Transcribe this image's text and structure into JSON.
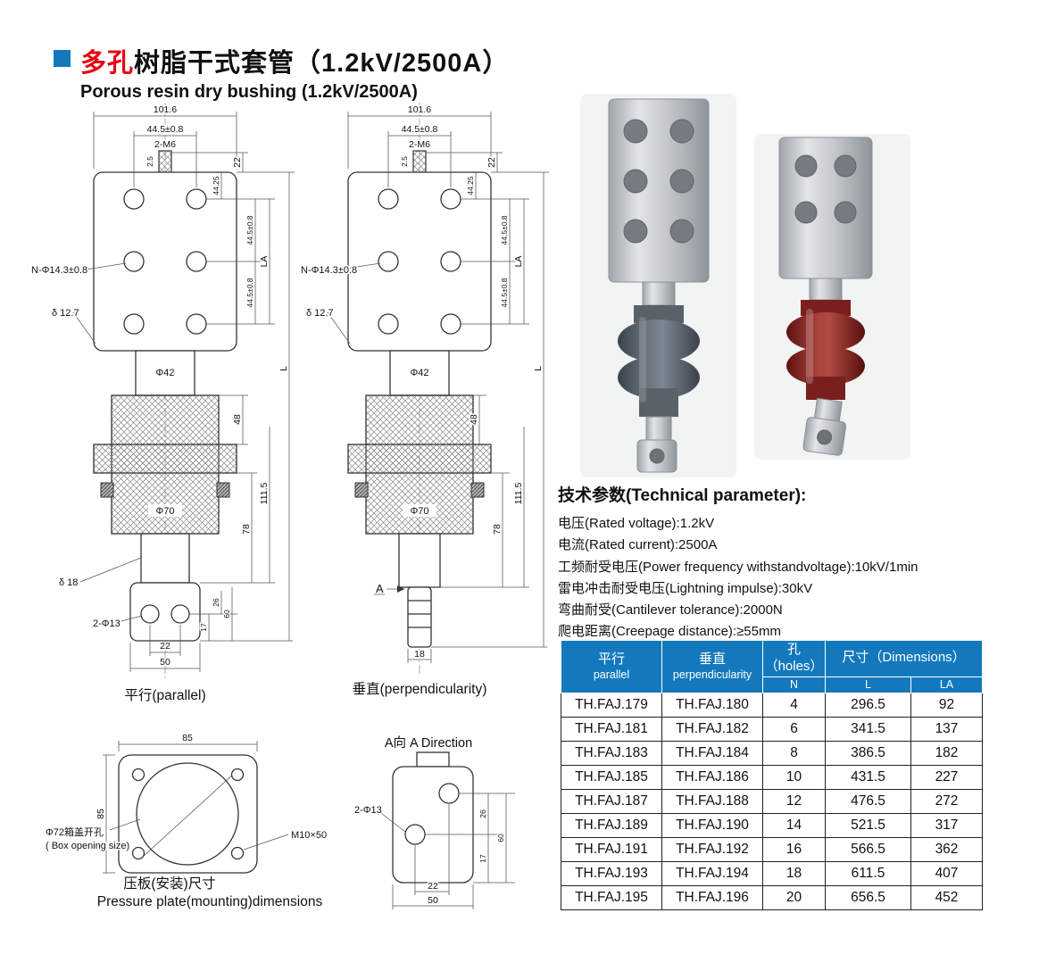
{
  "header": {
    "title_zh_highlight": "多孔",
    "title_zh_rest": "树脂干式套管（1.2kV/2500A）",
    "title_en": "Porous resin dry bushing (1.2kV/2500A)"
  },
  "drawing_parallel": {
    "caption": "平行(parallel)",
    "overall_width": "101.6",
    "hole_pitch": "44.5±0.8",
    "thread": "2-M6",
    "thread_pitch": "2.5",
    "dim_44_25": "44.25",
    "dim_22_top": "22",
    "pitch_v1": "44.5±0.8",
    "pitch_v2": "44.5±0.8",
    "dim_la": "LA",
    "dim_l": "L",
    "holes_note": "N-Φ14.3±0.8",
    "plate_thickness": "δ 12.7",
    "dim_phi42": "Φ42",
    "dim_48": "48",
    "dim_phi70": "Φ70",
    "dim_111_5": "111.5",
    "dim_78": "78",
    "dim_26": "26",
    "dim_60": "60",
    "dim_17": "17",
    "stem_thickness": "δ 18",
    "tab_holes": "2-Φ13",
    "dim_22_bottom": "22",
    "dim_50": "50"
  },
  "drawing_perpendicular": {
    "caption": "垂直(perpendicularity)",
    "overall_width": "101.6",
    "hole_pitch": "44.5±0.8",
    "thread": "2-M6",
    "thread_pitch": "2.5",
    "dim_44_25": "44.25",
    "dim_22_top": "22",
    "pitch_v1": "44.5±0.8",
    "pitch_v2": "44.5±0.8",
    "dim_la": "LA",
    "dim_l": "L",
    "holes_note": "N-Φ14.3±0.8",
    "plate_thickness": "δ 12.7",
    "dim_phi42": "Φ42",
    "dim_48": "48",
    "dim_phi70": "Φ70",
    "dim_111_5": "111.5",
    "dim_78": "78",
    "view_label": "A",
    "dim_18": "18"
  },
  "drawing_plate": {
    "caption_zh": "压板(安装)尺寸",
    "caption_en": "Pressure plate(mounting)dimensions",
    "dim_width": "85",
    "dim_height": "85",
    "opening_note_zh": "Φ72箱盖开孔",
    "opening_note_en": "( Box opening size)",
    "bolt_note": "M10×50"
  },
  "drawing_a_view": {
    "title": "A向  A Direction",
    "tab_holes": "2-Φ13",
    "dim_26": "26",
    "dim_60": "60",
    "dim_17": "17",
    "dim_22": "22",
    "dim_50": "50"
  },
  "tech_params": {
    "heading": "技术参数(Technical parameter):",
    "lines": [
      "电压(Rated voltage):1.2kV",
      "电流(Rated current):2500A",
      "工频耐受电压(Power frequency withstandvoltage):10kV/1min",
      "雷电冲击耐受电压(Lightning impulse):30kV",
      "弯曲耐受(Cantilever tolerance):2000N",
      "爬电距离(Creepage distance):≥55mm"
    ]
  },
  "table": {
    "header": {
      "parallel_zh": "平行",
      "parallel_en": "parallel",
      "perp_zh": "垂直",
      "perp_en": "perpendicularity",
      "holes": "孔（holes）",
      "holes_sub": "N",
      "dimensions": "尺寸（Dimensions）",
      "dim_sub_l": "L",
      "dim_sub_la": "LA"
    },
    "rows": [
      {
        "parallel": "TH.FAJ.179",
        "perpendicular": "TH.FAJ.180",
        "n": "4",
        "l": "296.5",
        "la": "92"
      },
      {
        "parallel": "TH.FAJ.181",
        "perpendicular": "TH.FAJ.182",
        "n": "6",
        "l": "341.5",
        "la": "137"
      },
      {
        "parallel": "TH.FAJ.183",
        "perpendicular": "TH.FAJ.184",
        "n": "8",
        "l": "386.5",
        "la": "182"
      },
      {
        "parallel": "TH.FAJ.185",
        "perpendicular": "TH.FAJ.186",
        "n": "10",
        "l": "431.5",
        "la": "227"
      },
      {
        "parallel": "TH.FAJ.187",
        "perpendicular": "TH.FAJ.188",
        "n": "12",
        "l": "476.5",
        "la": "272"
      },
      {
        "parallel": "TH.FAJ.189",
        "perpendicular": "TH.FAJ.190",
        "n": "14",
        "l": "521.5",
        "la": "317"
      },
      {
        "parallel": "TH.FAJ.191",
        "perpendicular": "TH.FAJ.192",
        "n": "16",
        "l": "566.5",
        "la": "362"
      },
      {
        "parallel": "TH.FAJ.193",
        "perpendicular": "TH.FAJ.194",
        "n": "18",
        "l": "611.5",
        "la": "407"
      },
      {
        "parallel": "TH.FAJ.195",
        "perpendicular": "TH.FAJ.196",
        "n": "20",
        "l": "656.5",
        "la": "452"
      }
    ]
  },
  "colors": {
    "accent_blue": "#1478bd",
    "title_red": "#e60012"
  }
}
